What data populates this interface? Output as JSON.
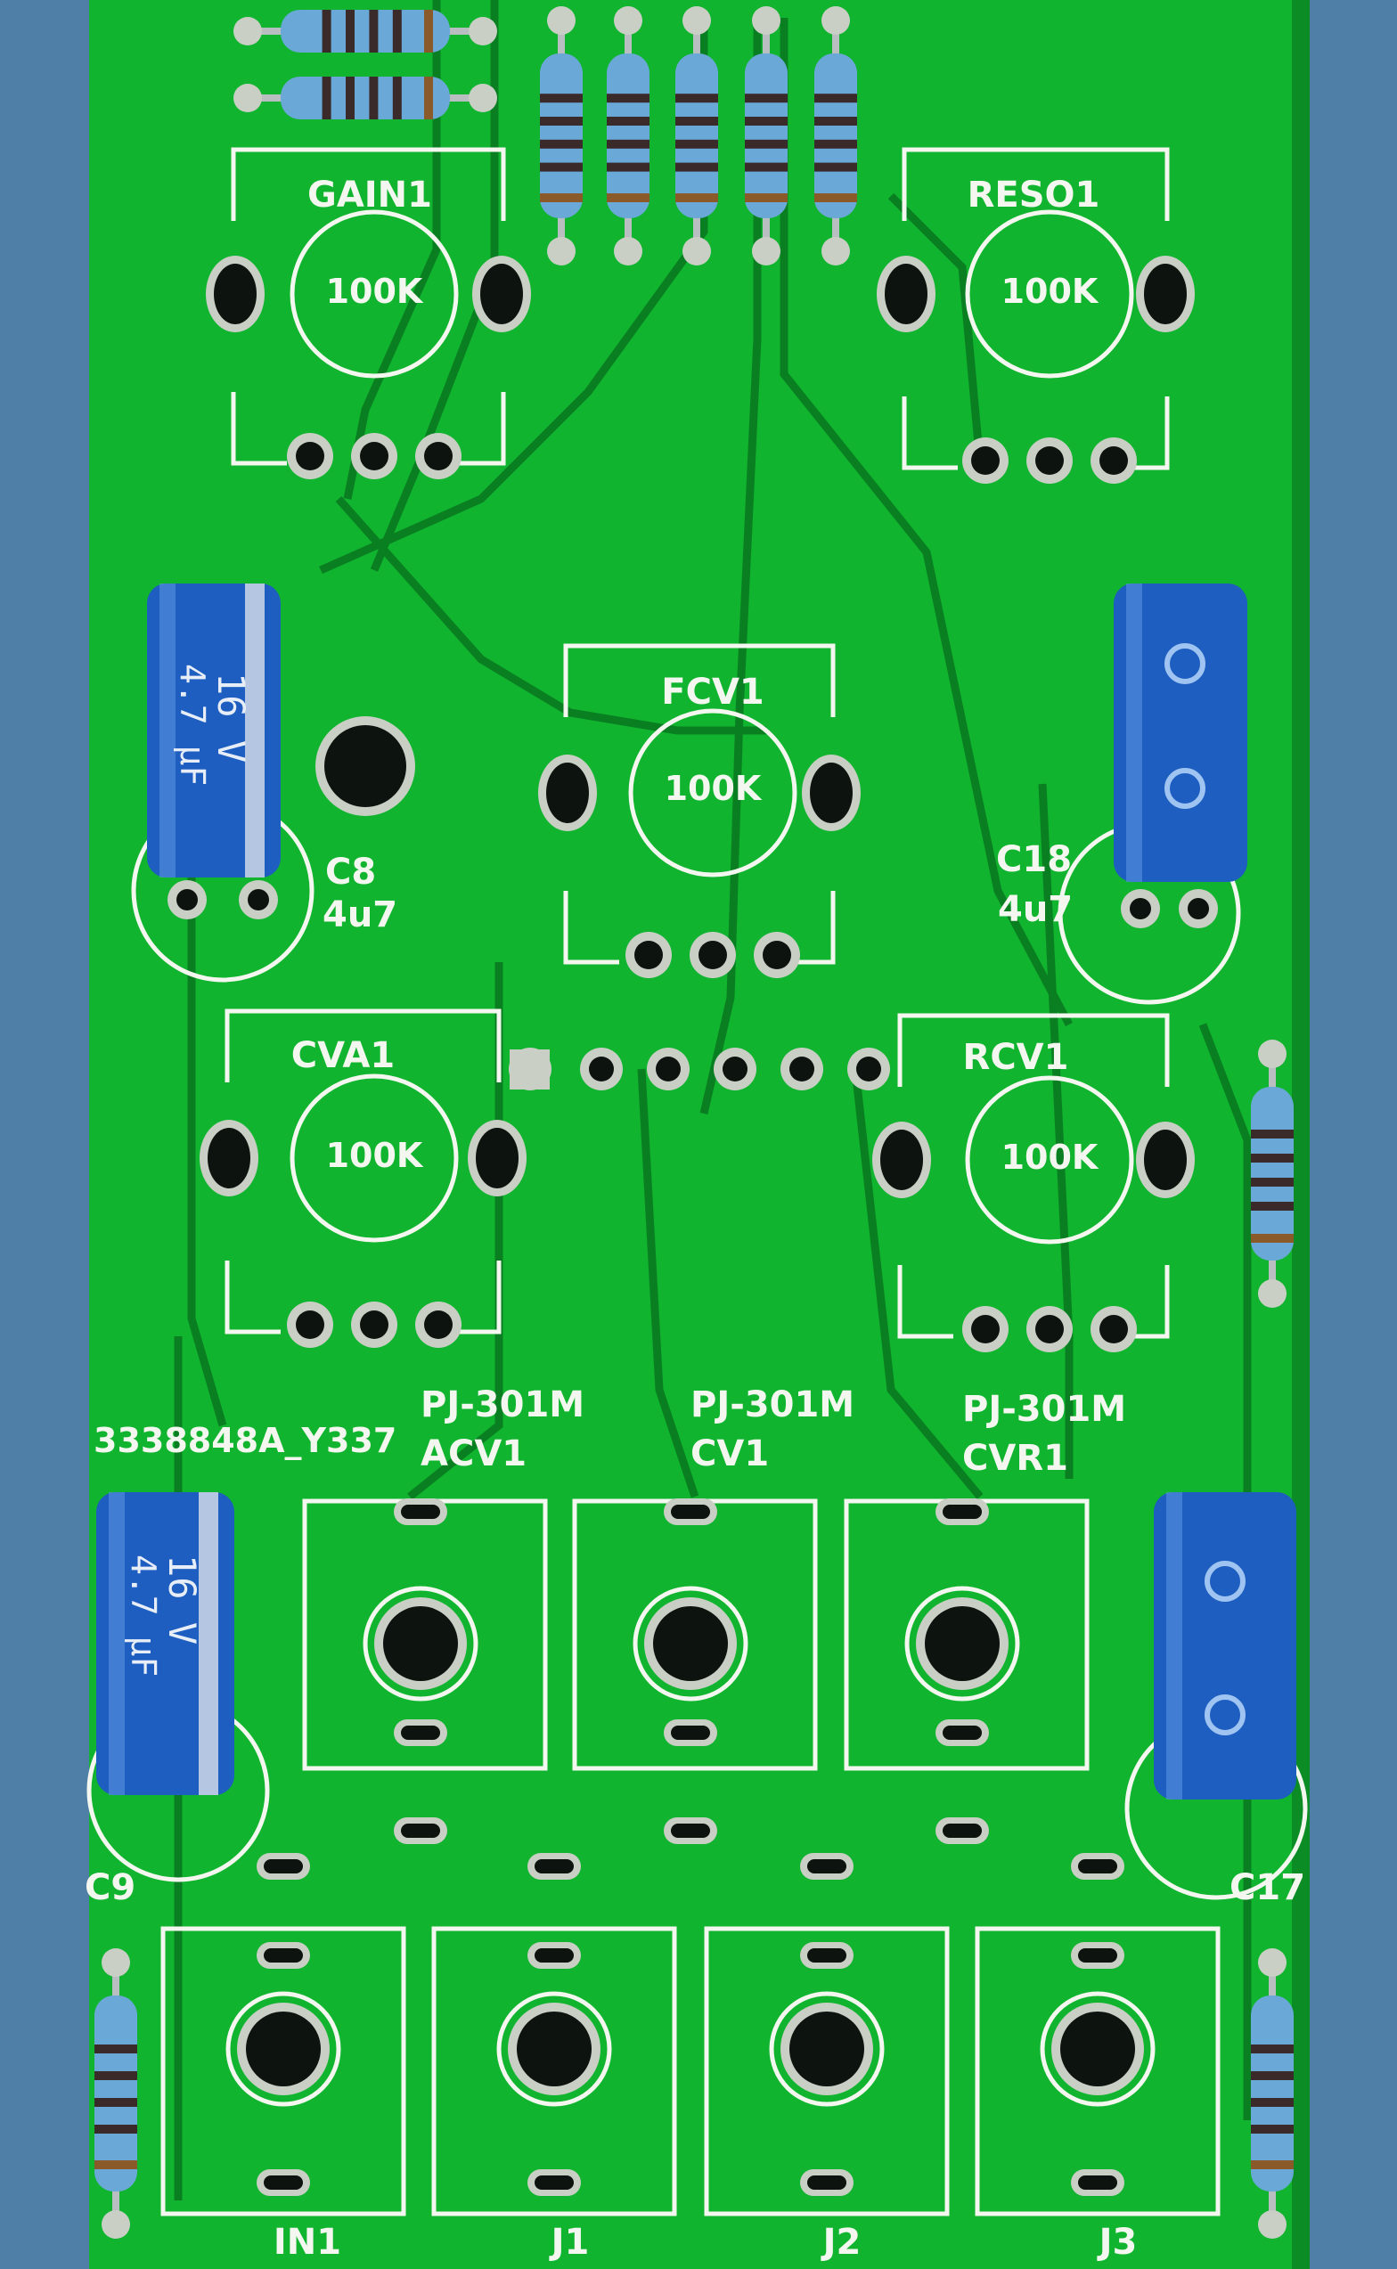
{
  "colors": {
    "background": "#4f7fa6",
    "pcb_green": "#10b42e",
    "pcb_edge": "#0b8c24",
    "trace": "#0a7f22",
    "silkscreen": "#f4f7ef",
    "copper_ring": "#c9cfc5",
    "hole": "#0d130f",
    "capacitor_blue": "#1d5ec0",
    "resistor_body": "#6aa8d8"
  },
  "silkscreen": {
    "pots": [
      {
        "ref": "GAIN1",
        "value": "100K"
      },
      {
        "ref": "RESO1",
        "value": "100K"
      },
      {
        "ref": "FCV1",
        "value": "100K"
      },
      {
        "ref": "CVA1",
        "value": "100K"
      },
      {
        "ref": "RCV1",
        "value": "100K"
      }
    ],
    "capacitors": [
      {
        "ref": "C8",
        "value": "4u7"
      },
      {
        "ref": "C18",
        "value": "4u7"
      },
      {
        "ref": "C9",
        "value": ""
      },
      {
        "ref": "C17",
        "value": ""
      }
    ],
    "jacks_top": [
      {
        "part": "PJ-301M",
        "ref": "ACV1"
      },
      {
        "part": "PJ-301M",
        "ref": "CV1"
      },
      {
        "part": "PJ-301M",
        "ref": "CVR1"
      }
    ],
    "jacks_bottom": [
      {
        "ref": "IN1"
      },
      {
        "ref": "J1"
      },
      {
        "ref": "J2"
      },
      {
        "ref": "J3"
      }
    ],
    "board_code": "3338848A_Y337"
  },
  "capacitor_print": {
    "voltage": "16 V",
    "capacitance": "4.7 μF"
  }
}
